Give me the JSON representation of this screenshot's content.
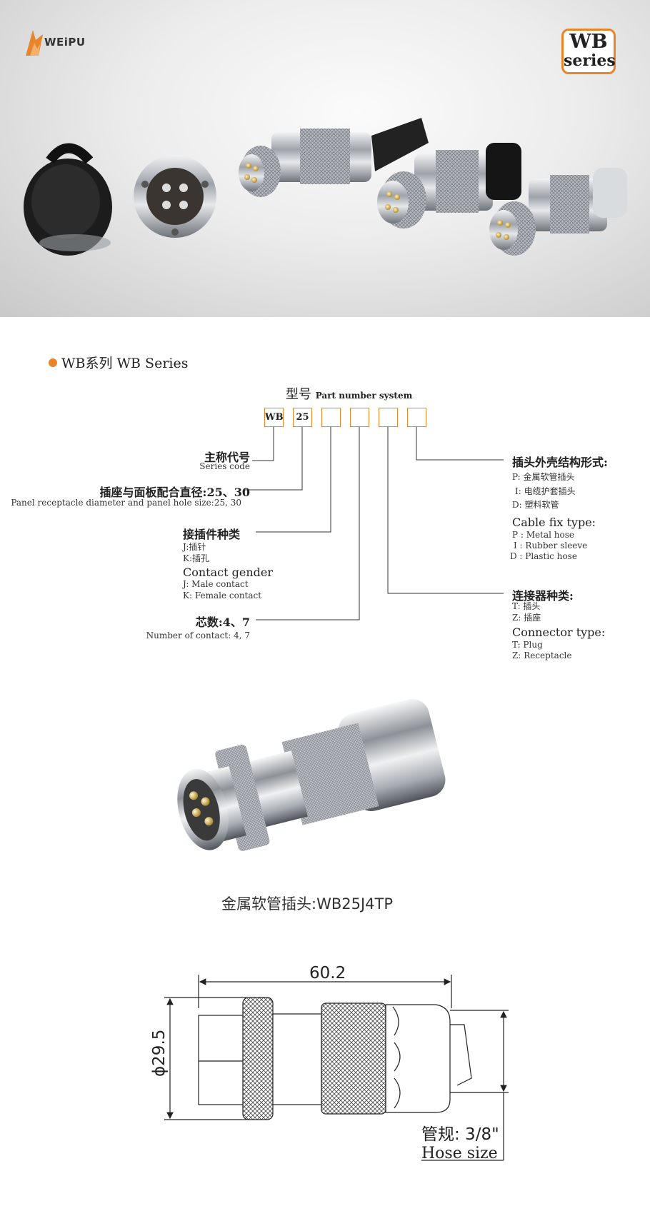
{
  "brand": {
    "name": "WEiPU",
    "series_badge_top": "WB",
    "series_badge_bottom": "series"
  },
  "section": {
    "title": "WB系列   WB  Series"
  },
  "part_number": {
    "title_cn": "型号",
    "title_en": "Part number system",
    "boxes": [
      "WB",
      "25",
      "",
      "",
      "",
      ""
    ]
  },
  "labels": {
    "series_code": {
      "cn": "主称代号",
      "en": "Series code"
    },
    "panel": {
      "cn": "插座与面板配合直径:25、30",
      "en": "Panel receptacle diameter and panel hole size:25, 30"
    },
    "contact_gender": {
      "cn": "接插件种类",
      "cn_items": [
        "J:插针",
        "K:插孔"
      ],
      "en": "Contact gender",
      "en_items": [
        "J: Male  contact",
        "K: Female  contact"
      ]
    },
    "contacts": {
      "cn": "芯数:4、7",
      "en": "Number of contact: 4, 7"
    },
    "cable_fix": {
      "cn": "插头外壳结构形式:",
      "cn_items": [
        "P: 金属软管插头",
        "I: 电缆护套插头",
        "D: 塑料软管"
      ],
      "en": "Cable fix type:",
      "en_items": [
        "P : Metal hose",
        "I : Rubber sleeve",
        "D : Plastic hose"
      ]
    },
    "connector_type": {
      "cn": "连接器种类:",
      "cn_items": [
        "T: 插头",
        "Z: 插座"
      ],
      "en": "Connector type:",
      "en_items": [
        "T: Plug",
        "Z: Receptacle"
      ]
    }
  },
  "product": {
    "caption": "金属软管插头:WB25J4TP"
  },
  "drawing": {
    "length": "60.2",
    "diameter": "ϕ29.5",
    "hose_cn": "管规: 3/8\"",
    "hose_en": "Hose size"
  },
  "colors": {
    "accent": "#e8842a",
    "chrome": "#b8bcc2",
    "gold": "#c8a040"
  }
}
